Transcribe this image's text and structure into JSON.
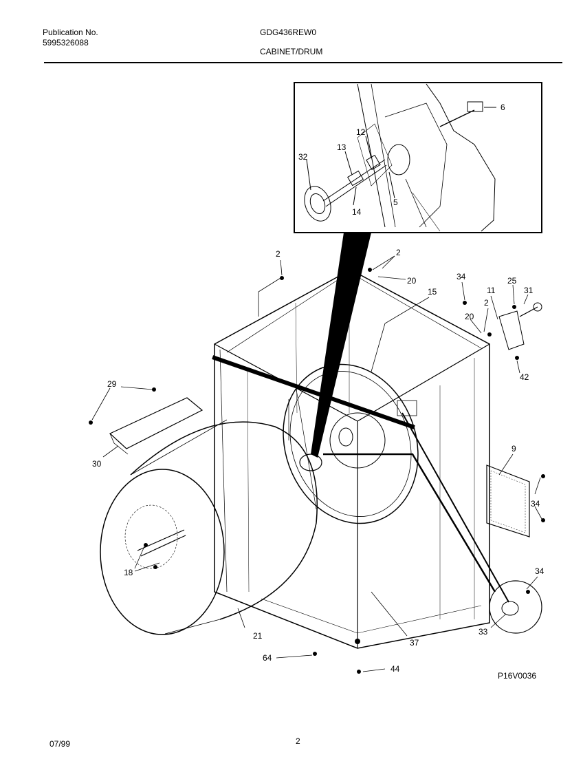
{
  "header": {
    "pub_label": "Publication No.",
    "pub_number": "5995326088",
    "model": "GDG436REW0",
    "section": "CABINET/DRUM"
  },
  "diagram": {
    "figure_code": "P16V0036",
    "callouts": {
      "c6": "6",
      "c12": "12",
      "c13": "13",
      "c32": "32",
      "c14": "14",
      "c5": "5",
      "c2a": "2",
      "c2b": "2",
      "c20a": "20",
      "c15": "15",
      "c34a": "34",
      "c11": "11",
      "c25": "25",
      "c31": "31",
      "c2c": "2",
      "c20b": "20",
      "c42": "42",
      "c29": "29",
      "c30": "30",
      "c9": "9",
      "c34b": "34",
      "c18": "18",
      "c34c": "34",
      "c33": "33",
      "c21": "21",
      "c37": "37",
      "c64": "64",
      "c44": "44"
    }
  },
  "footer": {
    "date": "07/99",
    "page": "2"
  }
}
